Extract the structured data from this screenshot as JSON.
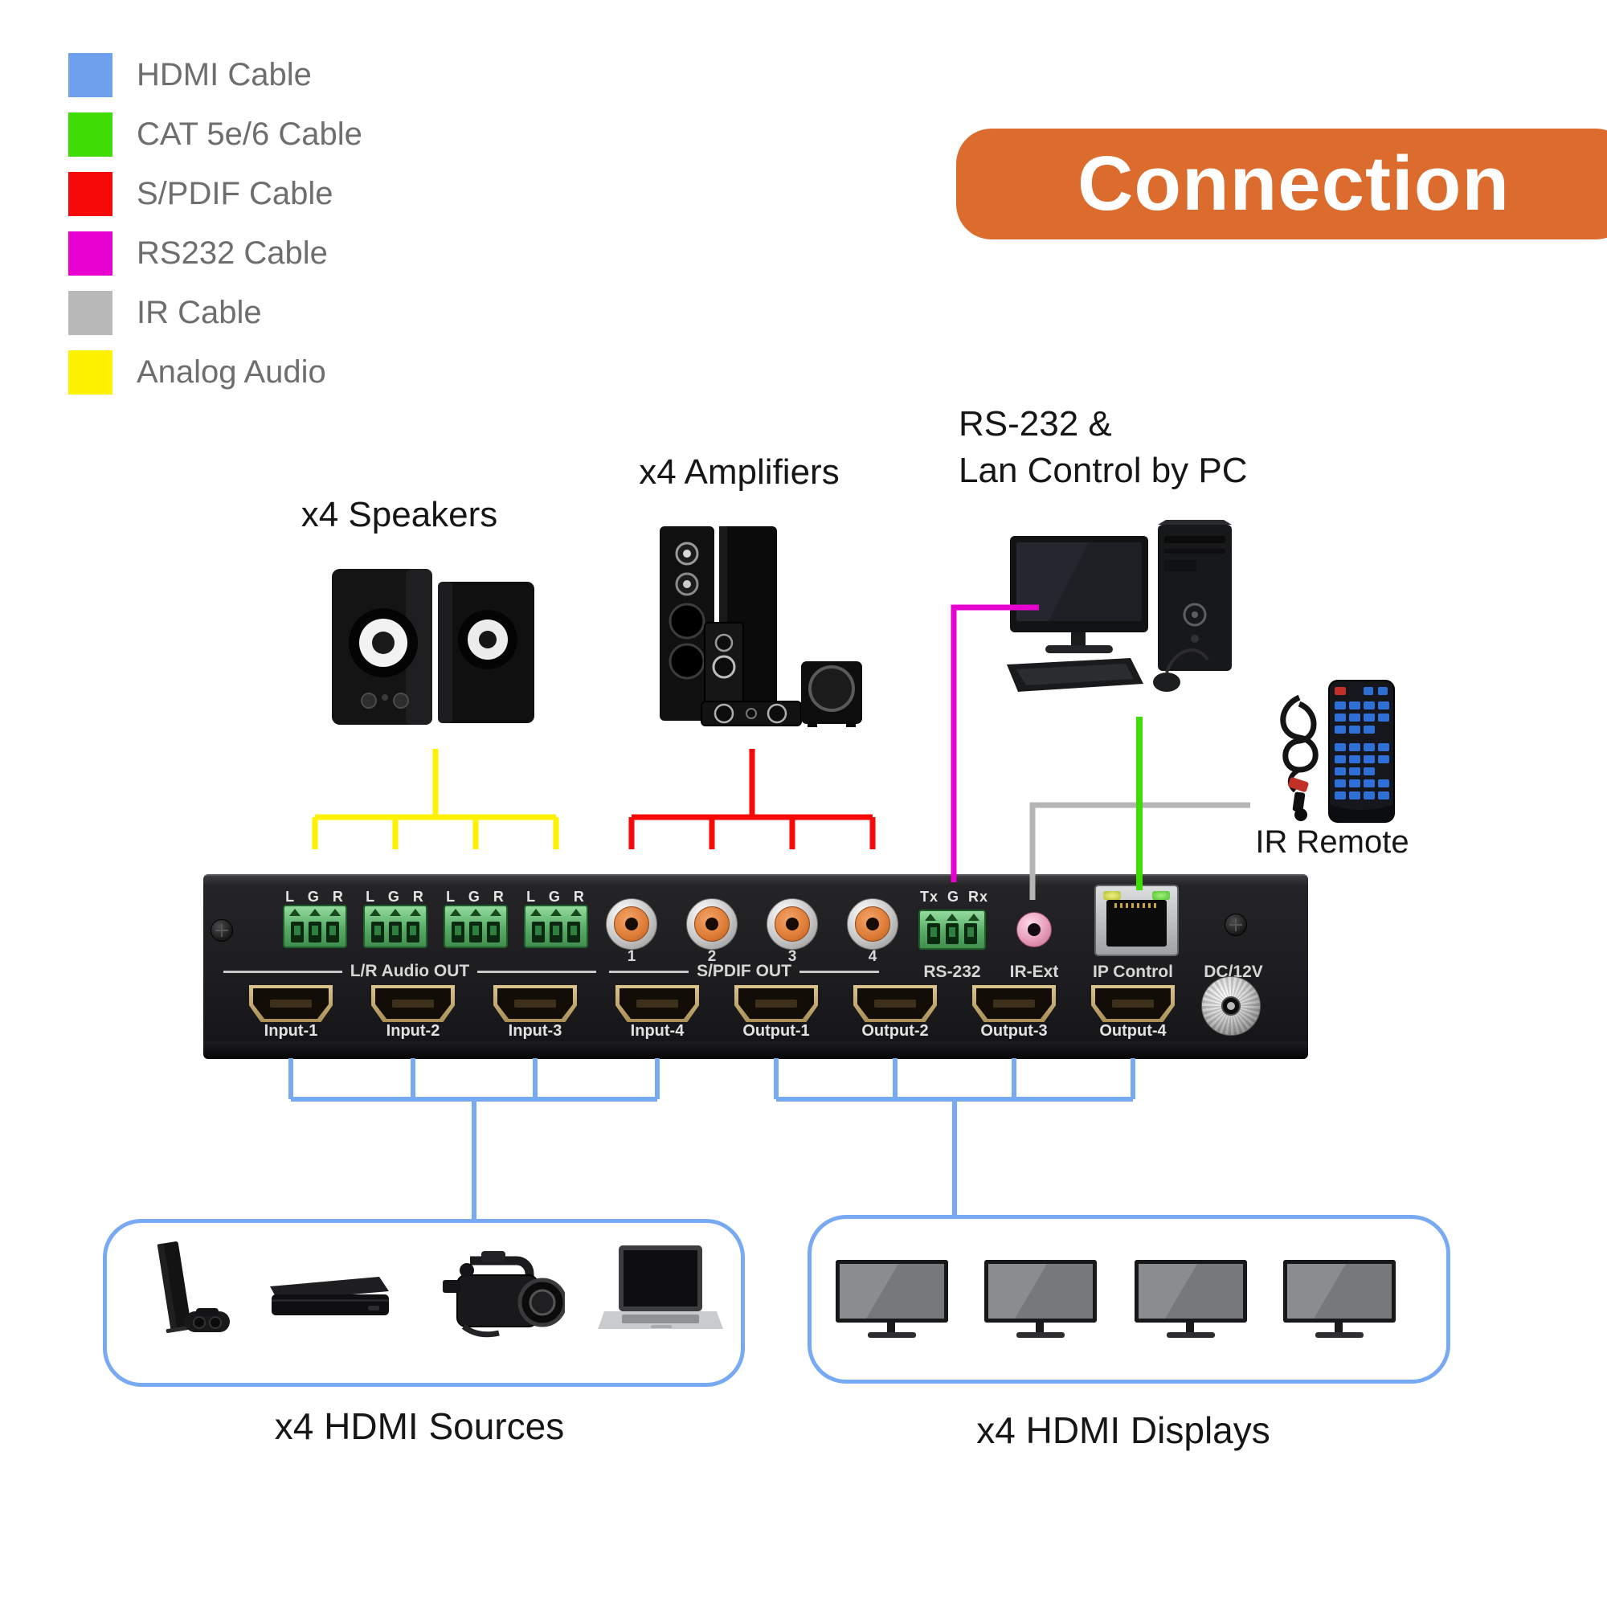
{
  "legend": {
    "items": [
      {
        "label": "HDMI Cable",
        "color": "#6fa0ee"
      },
      {
        "label": "CAT 5e/6 Cable",
        "color": "#3fdc06"
      },
      {
        "label": "S/PDIF Cable",
        "color": "#f60909"
      },
      {
        "label": "RS232 Cable",
        "color": "#e800d0"
      },
      {
        "label": "IR Cable",
        "color": "#b9b9b9"
      },
      {
        "label": "Analog Audio",
        "color": "#fff200"
      }
    ]
  },
  "banner": {
    "title": "Connection",
    "color": "#dc6b2e"
  },
  "labels": {
    "speakers": "x4 Speakers",
    "amplifiers": "x4 Amplifiers",
    "pc_line1": "RS-232 &",
    "pc_line2": "Lan Control by PC",
    "ir_remote": "IR Remote",
    "sources": "x4 HDMI Sources",
    "displays": "x4 HDMI Displays"
  },
  "panel": {
    "terminal_pins": [
      "L G R",
      "L G R",
      "L G R",
      "L G R"
    ],
    "audio_out_group_label": "L/R Audio OUT",
    "spdif_numbers": [
      "1",
      "2",
      "3",
      "4"
    ],
    "spdif_group_label": "S/PDIF OUT",
    "rs232_pins": "Tx G Rx",
    "rs232_label": "RS-232",
    "ir_ext_label": "IR-Ext",
    "ip_control_label": "IP Control",
    "dc_label": "DC/12V",
    "hdmi_ports": [
      {
        "label": "Input-1"
      },
      {
        "label": "Input-2"
      },
      {
        "label": "Input-3"
      },
      {
        "label": "Input-4"
      },
      {
        "label": "Output-1"
      },
      {
        "label": "Output-2"
      },
      {
        "label": "Output-3"
      },
      {
        "label": "Output-4"
      }
    ]
  },
  "cable_colors": {
    "hdmi": "#78a9f3",
    "cat56": "#3fdc06",
    "spdif": "#f60909",
    "rs232": "#e800d0",
    "ir": "#b5b5b5",
    "analog": "#fff200"
  }
}
